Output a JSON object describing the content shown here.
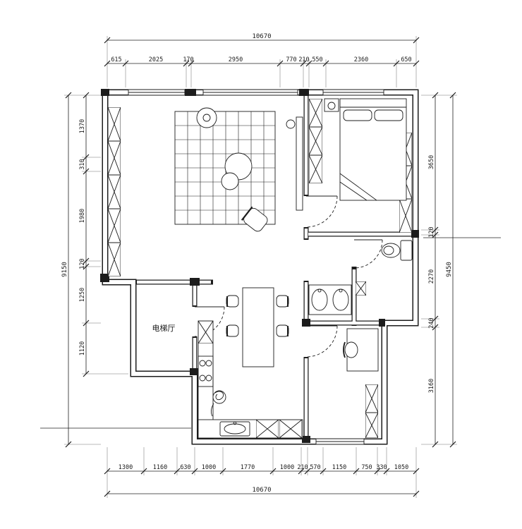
{
  "floorplan": {
    "rooms": {
      "elevator_hall": "电梯厅"
    },
    "dims": {
      "top_overall": "10670",
      "bottom_overall": "10670",
      "left_overall": "9150",
      "right_overall": "9450",
      "top_chain": [
        "615",
        "2025",
        "170",
        "2950",
        "770",
        "210",
        "550",
        "2360",
        "650"
      ],
      "bottom_chain": [
        "1300",
        "1160",
        "630",
        "1000",
        "1770",
        "1000",
        "210",
        "570",
        "1150",
        "750",
        "330",
        "1050"
      ],
      "left_chain": [
        "1370",
        "310",
        "1980",
        "120",
        "1250",
        "1120"
      ],
      "right_chain": [
        "3650",
        "120",
        "2270",
        "240",
        "3160"
      ]
    },
    "colors": {
      "line": "#1c1c1c",
      "background": "#ffffff"
    }
  }
}
